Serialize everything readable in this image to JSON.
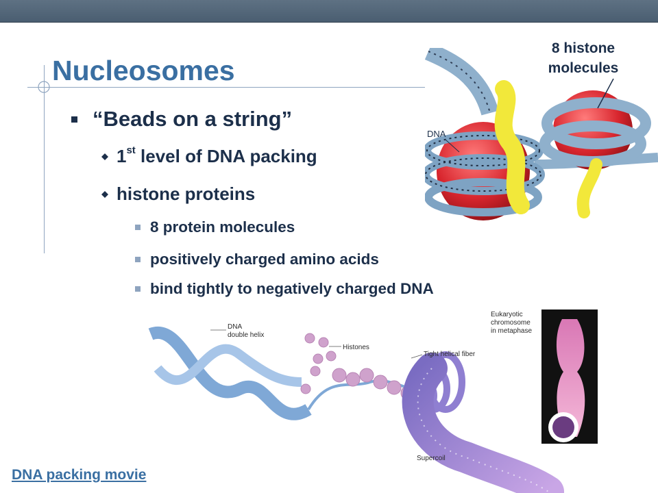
{
  "slide": {
    "title": "Nucleosomes",
    "bullet_main": "“Beads on a string”",
    "sub_bullets": [
      {
        "text_pre": "1",
        "sup": "st",
        "text_post": " level of DNA packing"
      },
      {
        "text": "histone proteins"
      }
    ],
    "detail_bullets": [
      "8 protein molecules",
      "positively charged amino acids",
      "bind tightly to negatively charged DNA"
    ],
    "link_label": "DNA packing movie"
  },
  "nucleosome_figure": {
    "label_line1": "8 histone",
    "label_line2": "molecules",
    "dna_label": "DNA"
  },
  "packing_figure": {
    "dna_label_line1": "DNA",
    "dna_label_line2": "double helix",
    "histones_label": "Histones",
    "fiber_label": "Tight helical fiber",
    "chromosome_label_line1": "Eukaryotic",
    "chromosome_label_line2": "chromosome",
    "chromosome_label_line3": "in metaphase",
    "supercoil_label": "Supercoil"
  },
  "colors": {
    "title": "#3a6fa2",
    "text": "#1c2f4a",
    "histone": "#d8262e",
    "linker": "#f2e83a",
    "dna_strand": "#8fb0cc",
    "fiber": "#9a86cc",
    "chromosome": "#e07cae"
  }
}
